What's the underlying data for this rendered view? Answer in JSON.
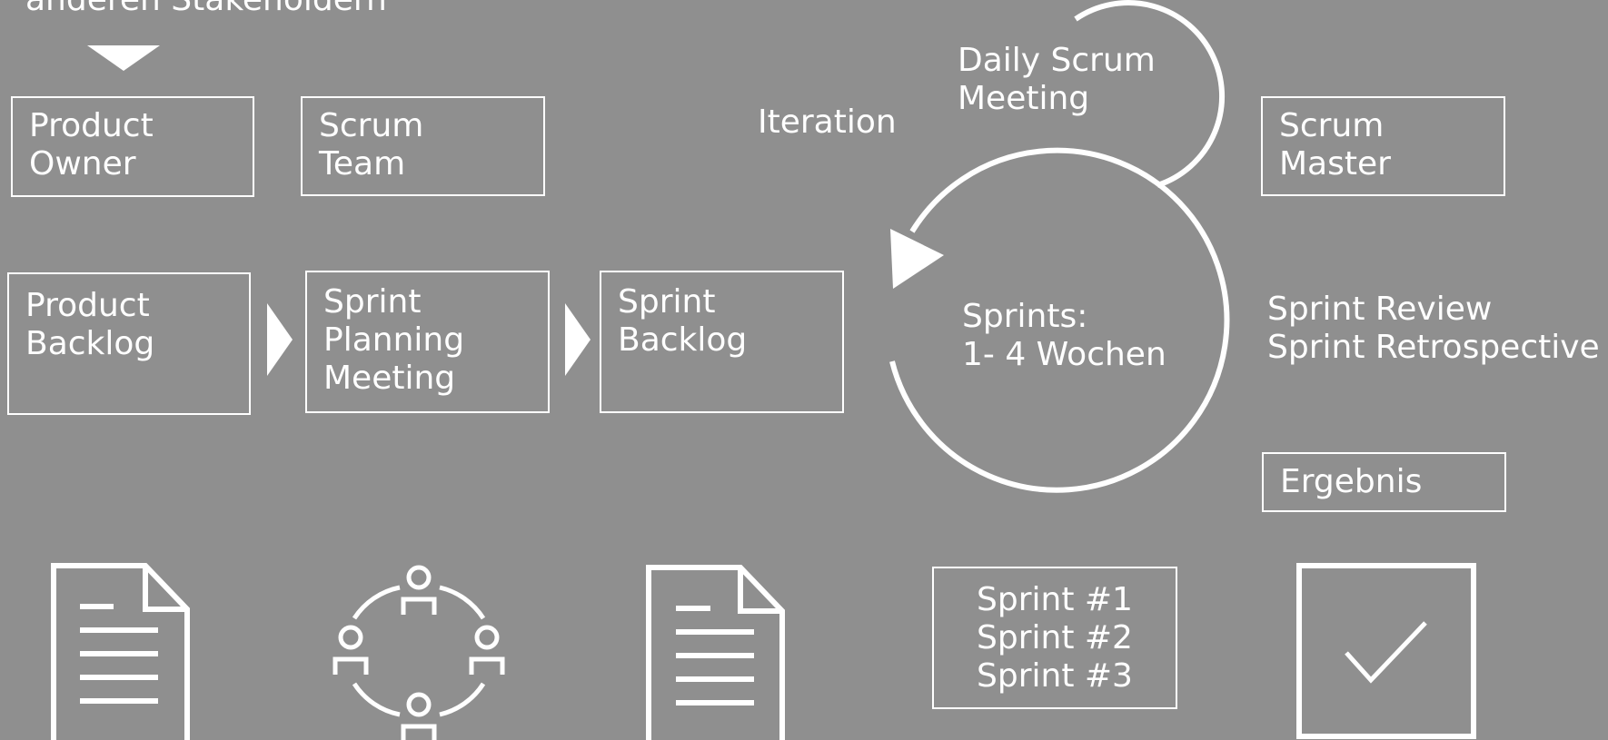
{
  "header": {
    "stakeholder_text": "anderen Stakeholdern"
  },
  "roles": {
    "product_owner": "Product\nOwner",
    "scrum_team": "Scrum\nTeam",
    "scrum_master": "Scrum\nMaster"
  },
  "flow": {
    "product_backlog": "Product\nBacklog",
    "sprint_planning": "Sprint\nPlanning\nMeeting",
    "sprint_backlog": "Sprint\nBacklog"
  },
  "cycle": {
    "iteration": "Iteration",
    "daily_scrum": "Daily Scrum\nMeeting",
    "sprints": "Sprints:\n1- 4 Wochen"
  },
  "review": {
    "text": "Sprint Review\nSprint Retrospective"
  },
  "result": {
    "label": "Ergebnis"
  },
  "sprint_list": {
    "text": "Sprint #1\nSprint #2\nSprint #3"
  },
  "colors": {
    "background": "#8f8f8f",
    "foreground": "#ffffff"
  },
  "icons": [
    "document-icon",
    "team-circle-icon",
    "document-icon",
    "checkmark-icon"
  ]
}
